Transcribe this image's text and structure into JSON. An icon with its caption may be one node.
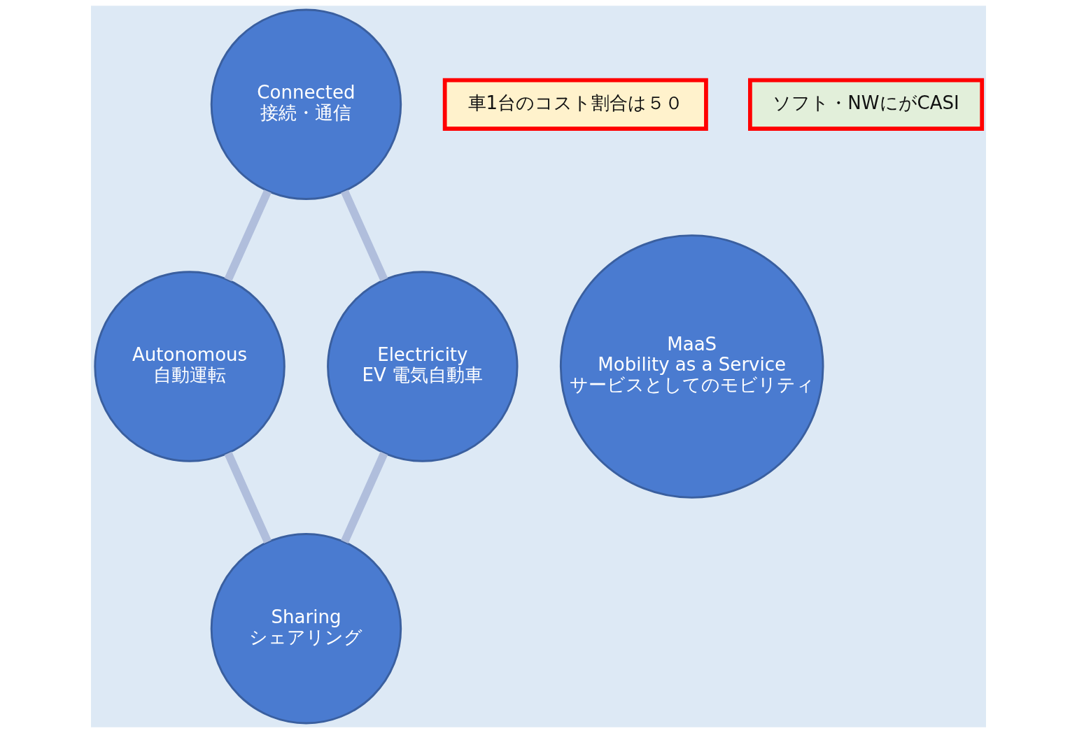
{
  "diagram": {
    "nodes": [
      {
        "text": [
          "Connected",
          "接続・通信"
        ]
      },
      {
        "text": [
          "Electricity",
          "EV 電気自動車"
        ]
      },
      {
        "text": [
          "MaaS",
          "Mobility as a Service",
          "サービスとしてのモビリティ"
        ]
      },
      {
        "text": [
          "Autonomous",
          "自動運転"
        ]
      },
      {
        "text": [
          "Sharing",
          "シェアリング"
        ]
      },
      {
        "text": [
          "車1台のコスト割合は５０"
        ]
      },
      {
        "text": [
          "ソフト・NWにがCASI"
        ]
      }
    ],
    "edges": [
      {
        "from": 0,
        "to": 3,
        "arrow": "none"
      },
      {
        "from": 3,
        "to": 4,
        "arrow": "none"
      },
      {
        "from": 4,
        "to": 1,
        "arrow": "none"
      },
      {
        "from": 1,
        "to": 0,
        "arrow": "none"
      }
    ]
  }
}
